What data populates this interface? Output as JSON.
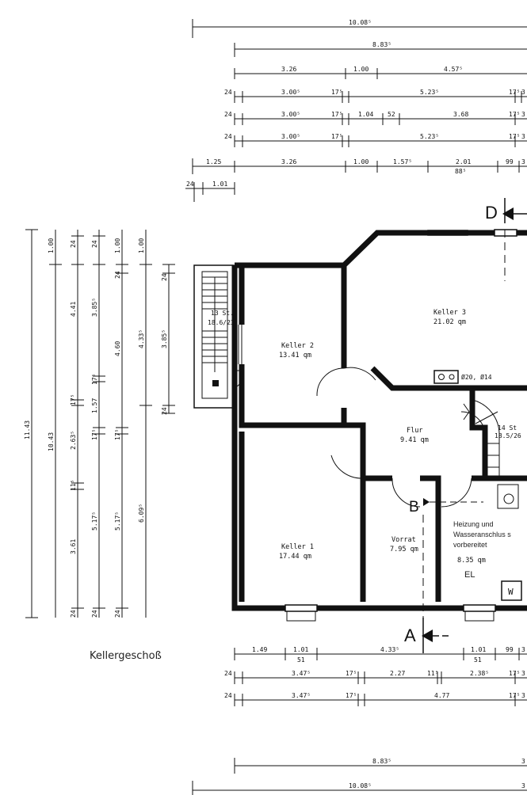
{
  "title": "Kellergeschoß",
  "rooms": {
    "keller2": {
      "name": "Keller 2",
      "area": "13.41 qm"
    },
    "keller3": {
      "name": "Keller 3",
      "area": "21.02 qm"
    },
    "flur": {
      "name": "Flur",
      "area": "9.41 qm"
    },
    "keller1": {
      "name": "Keller 1",
      "area": "17.44 qm"
    },
    "vorrat": {
      "name": "Vorrat",
      "area": "7.95 qm"
    },
    "heizung": {
      "note1": "Heizung und",
      "note2": "Wasseranschlus s",
      "note3": "vorbereitet",
      "area": "8.35 qm",
      "el": "EL",
      "w": "W"
    }
  },
  "stairs": {
    "left": {
      "steps": "13 St.",
      "ratio": "18.6/23"
    },
    "right": {
      "steps": "14 St",
      "ratio": "18.5/26"
    }
  },
  "chimney": "Ø20, Ø14",
  "sections": {
    "a": "A",
    "b": "B",
    "d": "D"
  },
  "dims_top": {
    "r1": [
      "10.08⁵"
    ],
    "r2": [
      "8.83⁵"
    ],
    "r3": [
      "3.26",
      "1.00",
      "4.57⁵"
    ],
    "r4": [
      "24",
      "3.00⁵",
      "17⁵",
      "5.23⁵",
      "17⁵",
      "3"
    ],
    "r5": [
      "24",
      "3.00⁵",
      "17⁵",
      "1.04",
      "52",
      "3.68",
      "17⁵",
      "3"
    ],
    "r6": [
      "24",
      "3.00⁵",
      "17⁵",
      "5.23⁵",
      "17⁵",
      "3"
    ],
    "r7": [
      "1.25",
      "3.26",
      "1.00",
      "1.57⁵",
      "2.01",
      "99",
      "3",
      "88⁵"
    ],
    "r8": [
      "24",
      "1.01"
    ]
  },
  "dims_left": {
    "c1": [
      "11.43"
    ],
    "c2": [
      "1.00",
      "10.43"
    ],
    "c3": [
      "24",
      "4.41",
      "17⁵",
      "2.63⁵",
      "11⁵",
      "3.61",
      "24"
    ],
    "c4": [
      "24",
      "3.85⁵",
      "17⁵",
      "1.57",
      "17⁵",
      "5.17⁵",
      "24"
    ],
    "c5": [
      "1.00",
      "24",
      "4.60",
      "17⁵",
      "5.17⁵",
      "24"
    ],
    "c6": [
      "1.00",
      "4.33⁵",
      "6.09⁵"
    ],
    "c7": [
      "24",
      "3.85⁵",
      "24"
    ]
  },
  "dims_bottom": {
    "r1": [
      "1.49",
      "1.01",
      "51",
      "4.33⁵",
      "1.01",
      "51",
      "99",
      "3"
    ],
    "r2": [
      "24",
      "3.47⁵",
      "17⁵",
      "2.27",
      "11⁵",
      "2.38⁵",
      "17⁵",
      "3"
    ],
    "r3": [
      "24",
      "3.47⁵",
      "17⁵",
      "4.77",
      "17⁵",
      "3"
    ],
    "r4": [
      "8.83⁵",
      "3"
    ],
    "r5": [
      "10.08⁵",
      "3"
    ]
  }
}
